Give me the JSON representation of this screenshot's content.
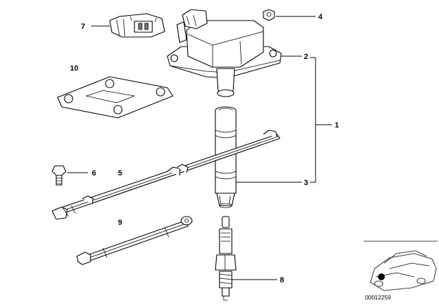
{
  "callouts": [
    {
      "id": "1",
      "label": "1"
    },
    {
      "id": "2",
      "label": "2"
    },
    {
      "id": "3",
      "label": "3"
    },
    {
      "id": "4",
      "label": "4"
    },
    {
      "id": "5",
      "label": "5"
    },
    {
      "id": "6",
      "label": "6"
    },
    {
      "id": "7",
      "label": "7"
    },
    {
      "id": "8",
      "label": "8"
    },
    {
      "id": "9",
      "label": "9"
    },
    {
      "id": "10",
      "label": "10"
    }
  ],
  "diagram_code": "00012259",
  "icons": {
    "car_thumbnail": "car-location-thumbnail-icon"
  }
}
